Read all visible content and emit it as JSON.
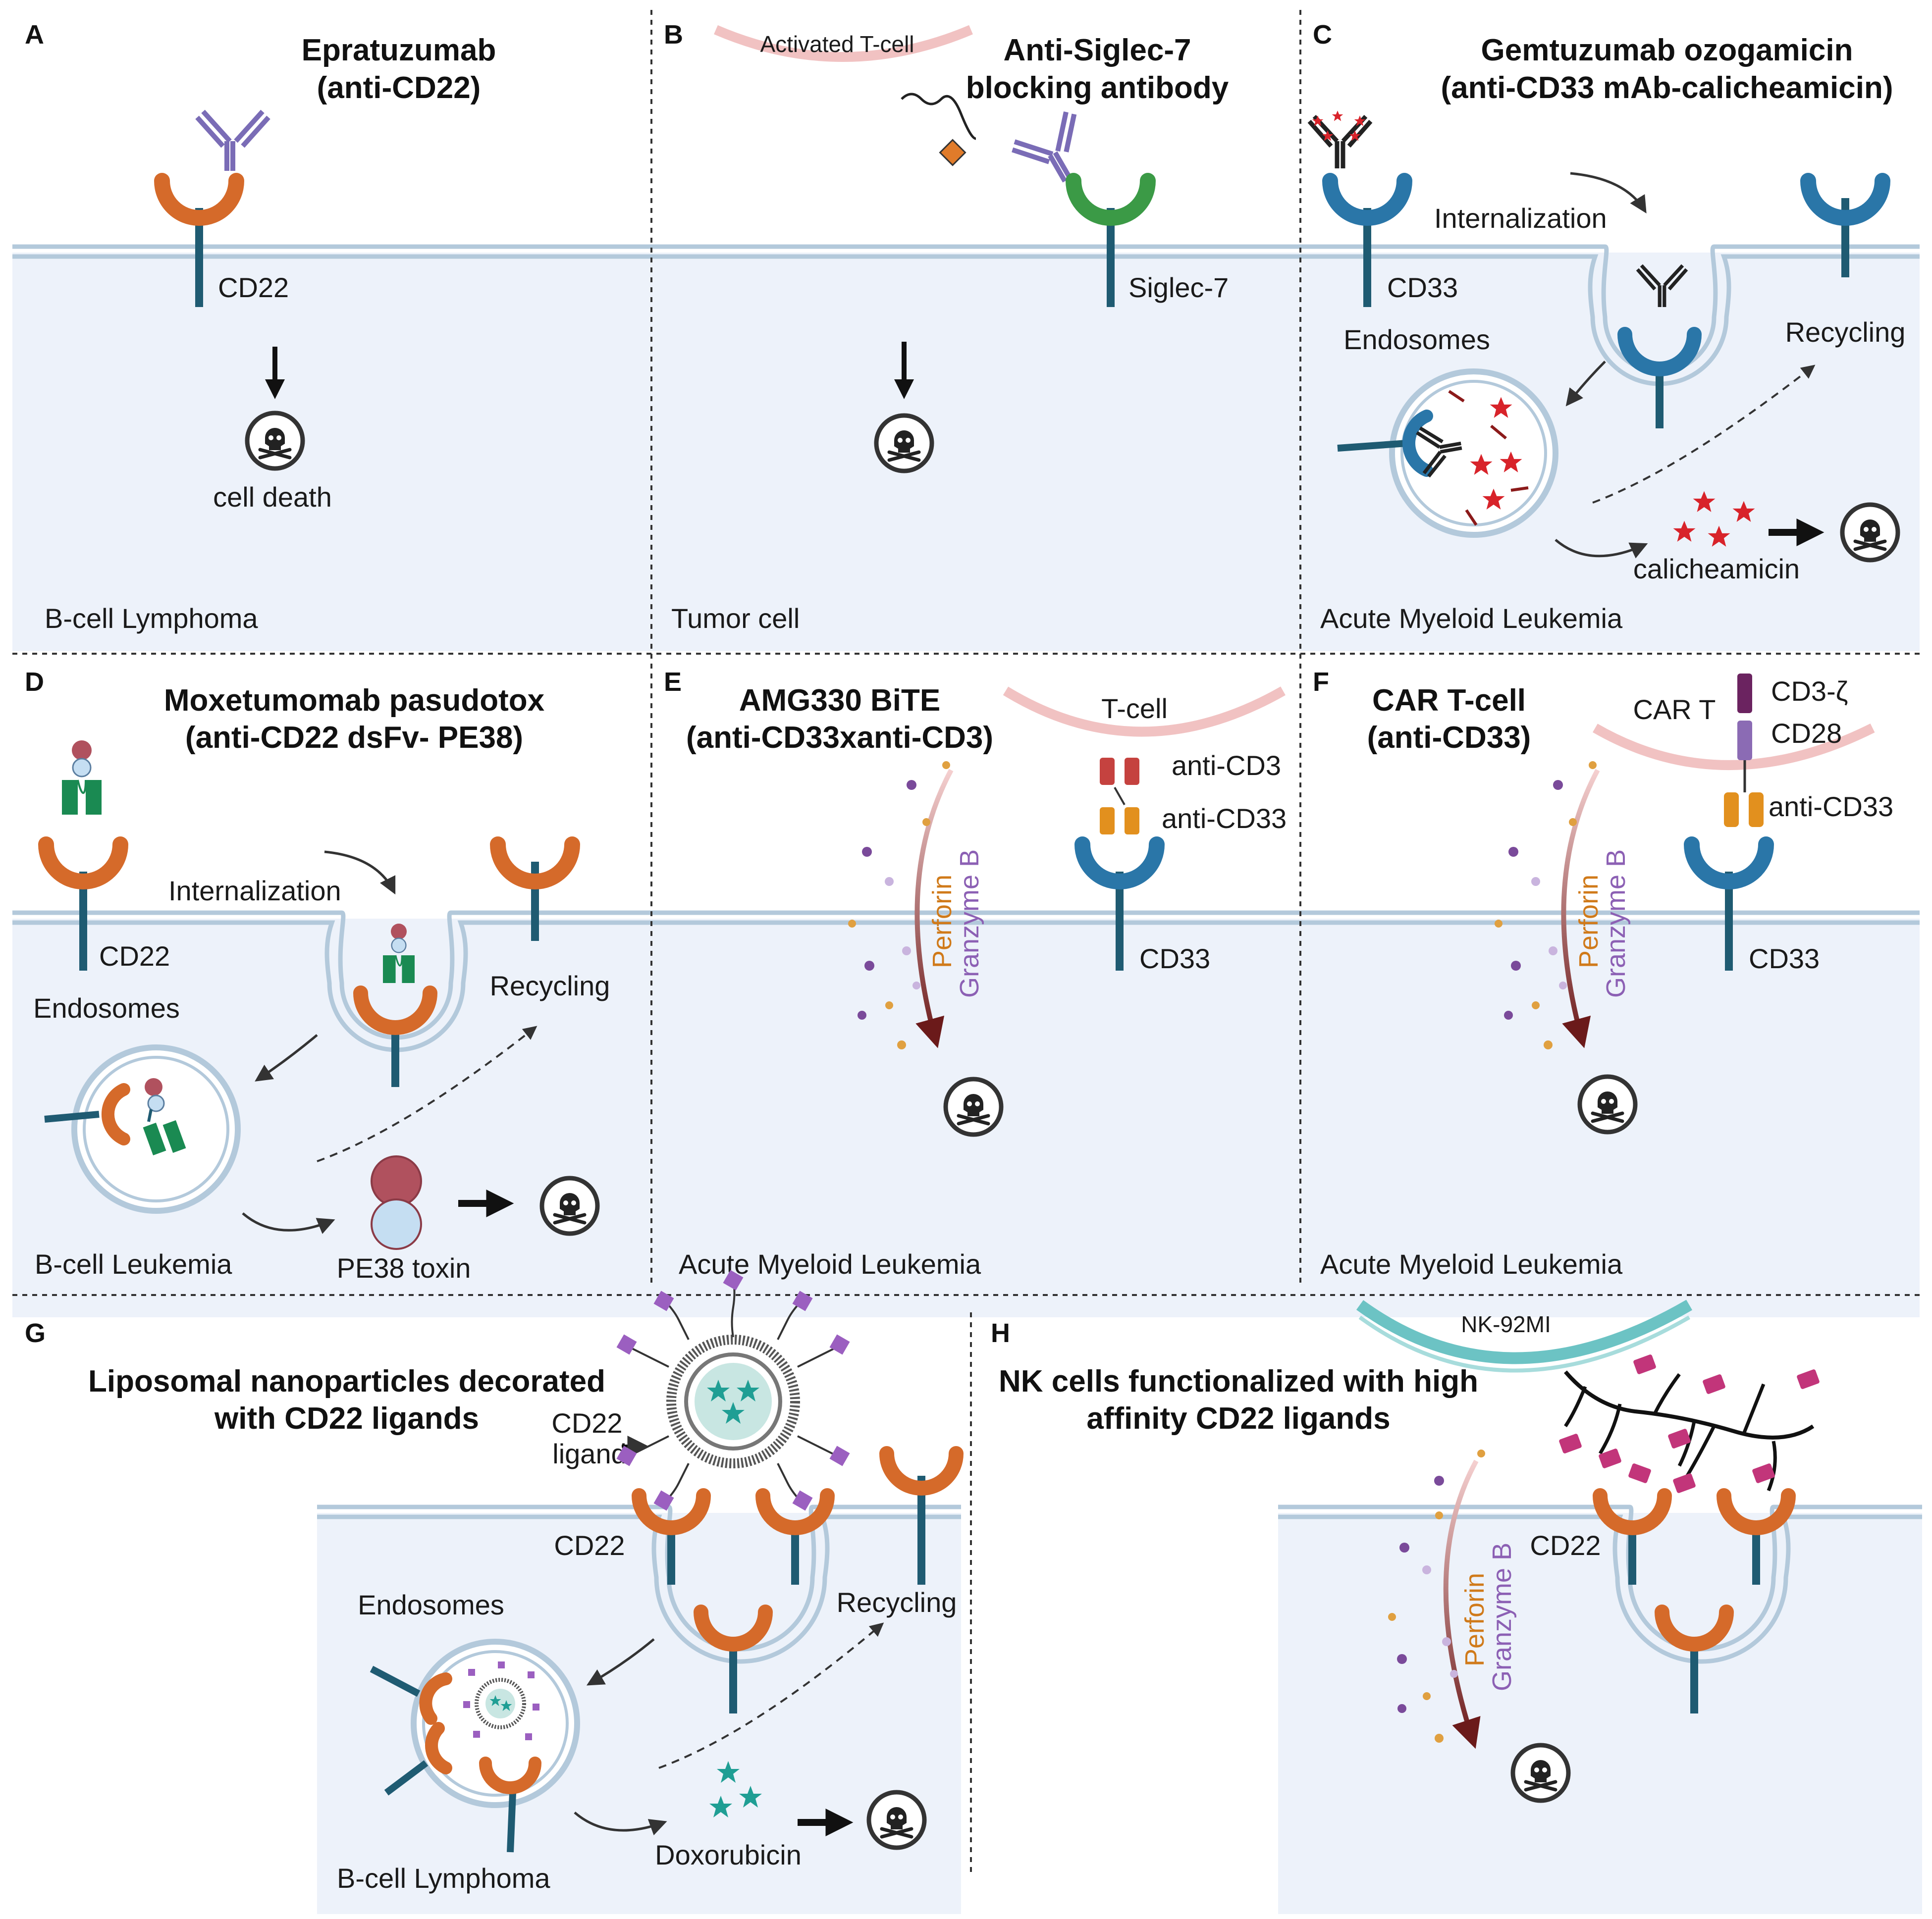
{
  "colors": {
    "cell_fill": "#edf2fa",
    "membrane": "#b3c9db",
    "cd22": "#d56a2a",
    "cd33": "#2a76a8",
    "stem": "#1f5b72",
    "antibody": "#7a6cb6",
    "siglec7": "#3b9a46",
    "tcell_membrane": "#f1c2c2",
    "nk_membrane": "#6cc3c4",
    "toxin_star": "#d8232a",
    "doxorubicin": "#1f9e94",
    "pe38_top": "#b0515e",
    "pe38_bottom": "#c5def2",
    "perforin": "#d07a1a",
    "granzyme": "#8c60b4",
    "arrow_dark": "#6b1a1a",
    "ligand": "#9b5fc0",
    "car_cd3z": "#6b2360",
    "car_cd28": "#8b6bb4",
    "anti_cd3": "#c5423f",
    "anti_cd33": "#e2901e",
    "nk_ligand": "#c2357a"
  },
  "panels": {
    "A": {
      "letter": "A",
      "title": [
        "Epratuzumab",
        "(anti-CD22)"
      ],
      "receptor": "CD22",
      "outcome": "cell death",
      "cell": "B-cell Lymphoma"
    },
    "B": {
      "letter": "B",
      "title": [
        "Anti-Siglec-7",
        "blocking antibody"
      ],
      "tcell": "Activated T-cell",
      "receptor": "Siglec-7",
      "cell": "Tumor cell"
    },
    "C": {
      "letter": "C",
      "title": [
        "Gemtuzumab ozogamicin",
        "(anti-CD33 mAb-calicheamicin)"
      ],
      "internalization": "Internalization",
      "receptor": "CD33",
      "endosomes": "Endosomes",
      "recycling": "Recycling",
      "payload": "calicheamicin",
      "cell": "Acute Myeloid Leukemia"
    },
    "D": {
      "letter": "D",
      "title": [
        "Moxetumomab pasudotox",
        "(anti-CD22 dsFv- PE38)"
      ],
      "internalization": "Internalization",
      "receptor": "CD22",
      "endosomes": "Endosomes",
      "recycling": "Recycling",
      "payload": "PE38 toxin",
      "cell": "B-cell Leukemia"
    },
    "E": {
      "letter": "E",
      "title": [
        "AMG330 BiTE",
        "(anti-CD33xanti-CD3)"
      ],
      "tcell": "T-cell",
      "arm1": "anti-CD3",
      "arm2": "anti-CD33",
      "perforin": "Perforin",
      "granzyme": "Granzyme B",
      "receptor": "CD33",
      "cell": "Acute Myeloid Leukemia"
    },
    "F": {
      "letter": "F",
      "title": [
        "CAR T-cell",
        "(anti-CD33)"
      ],
      "tcell": "CAR T",
      "domain1": "CD3-ζ",
      "domain2": "CD28",
      "scfv": "anti-CD33",
      "perforin": "Perforin",
      "granzyme": "Granzyme B",
      "receptor": "CD33",
      "cell": "Acute Myeloid Leukemia"
    },
    "G": {
      "letter": "G",
      "title": [
        "Liposomal nanoparticles decorated",
        "with CD22 ligands"
      ],
      "ligand": [
        "CD22",
        "ligand"
      ],
      "receptor": "CD22",
      "endosomes": "Endosomes",
      "recycling": "Recycling",
      "payload": "Doxorubicin",
      "cell": "B-cell Lymphoma"
    },
    "H": {
      "letter": "H",
      "title": [
        "NK cells functionalized with high",
        "affinity CD22 ligands"
      ],
      "nk": "NK-92MI",
      "perforin": "Perforin",
      "granzyme": "Granzyme B",
      "receptor": "CD22"
    }
  }
}
